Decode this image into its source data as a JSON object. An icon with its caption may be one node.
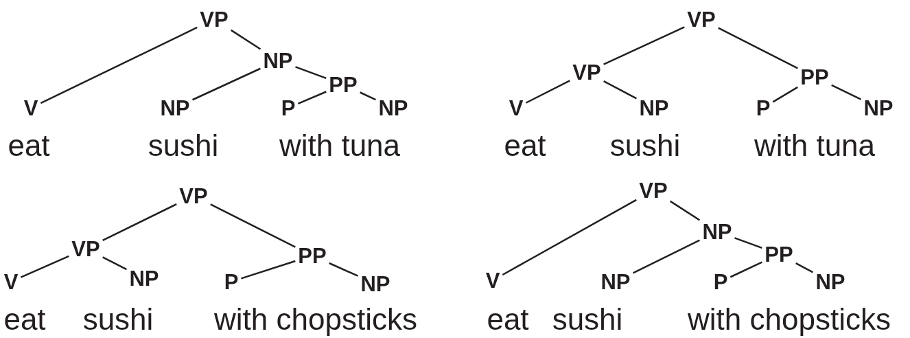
{
  "diagram": {
    "nodes": [
      {
        "text": [
          "VP"
        ]
      },
      {
        "text": [
          "V"
        ]
      },
      {
        "text": [
          "NP"
        ]
      },
      {
        "text": [
          "NP"
        ]
      },
      {
        "text": [
          "PP"
        ]
      },
      {
        "text": [
          "P"
        ]
      },
      {
        "text": [
          "NP"
        ]
      },
      {
        "text": [
          "VP"
        ]
      },
      {
        "text": [
          "VP"
        ]
      },
      {
        "text": [
          "V"
        ]
      },
      {
        "text": [
          "NP"
        ]
      },
      {
        "text": [
          "PP"
        ]
      },
      {
        "text": [
          "P"
        ]
      },
      {
        "text": [
          "NP"
        ]
      },
      {
        "text": [
          "VP"
        ]
      },
      {
        "text": [
          "VP"
        ]
      },
      {
        "text": [
          "V"
        ]
      },
      {
        "text": [
          "NP"
        ]
      },
      {
        "text": [
          "PP"
        ]
      },
      {
        "text": [
          "P"
        ]
      },
      {
        "text": [
          "NP"
        ]
      },
      {
        "text": [
          "VP"
        ]
      },
      {
        "text": [
          "V"
        ]
      },
      {
        "text": [
          "NP"
        ]
      },
      {
        "text": [
          "NP"
        ]
      },
      {
        "text": [
          "PP"
        ]
      },
      {
        "text": [
          "P"
        ]
      },
      {
        "text": [
          "NP"
        ]
      }
    ],
    "edges": [
      {
        "from": 0,
        "to": 1,
        "arrow": "none"
      },
      {
        "from": 0,
        "to": 2,
        "arrow": "none"
      },
      {
        "from": 2,
        "to": 3,
        "arrow": "none"
      },
      {
        "from": 2,
        "to": 4,
        "arrow": "none"
      },
      {
        "from": 4,
        "to": 5,
        "arrow": "none"
      },
      {
        "from": 4,
        "to": 6,
        "arrow": "none"
      },
      {
        "from": 7,
        "to": 8,
        "arrow": "none"
      },
      {
        "from": 7,
        "to": 11,
        "arrow": "none"
      },
      {
        "from": 8,
        "to": 9,
        "arrow": "none"
      },
      {
        "from": 8,
        "to": 10,
        "arrow": "none"
      },
      {
        "from": 11,
        "to": 12,
        "arrow": "none"
      },
      {
        "from": 11,
        "to": 13,
        "arrow": "none"
      },
      {
        "from": 14,
        "to": 15,
        "arrow": "none"
      },
      {
        "from": 14,
        "to": 18,
        "arrow": "none"
      },
      {
        "from": 15,
        "to": 16,
        "arrow": "none"
      },
      {
        "from": 15,
        "to": 17,
        "arrow": "none"
      },
      {
        "from": 18,
        "to": 19,
        "arrow": "none"
      },
      {
        "from": 18,
        "to": 20,
        "arrow": "none"
      },
      {
        "from": 21,
        "to": 22,
        "arrow": "none"
      },
      {
        "from": 21,
        "to": 23,
        "arrow": "none"
      },
      {
        "from": 23,
        "to": 24,
        "arrow": "none"
      },
      {
        "from": 23,
        "to": 25,
        "arrow": "none"
      },
      {
        "from": 25,
        "to": 26,
        "arrow": "none"
      },
      {
        "from": 25,
        "to": 27,
        "arrow": "none"
      }
    ],
    "labels": [
      "eat",
      "sushi",
      "with tuna",
      "eat",
      "sushi",
      "with tuna",
      "eat",
      "sushi",
      "with chopsticks",
      "eat",
      "sushi",
      "with chopsticks"
    ]
  }
}
